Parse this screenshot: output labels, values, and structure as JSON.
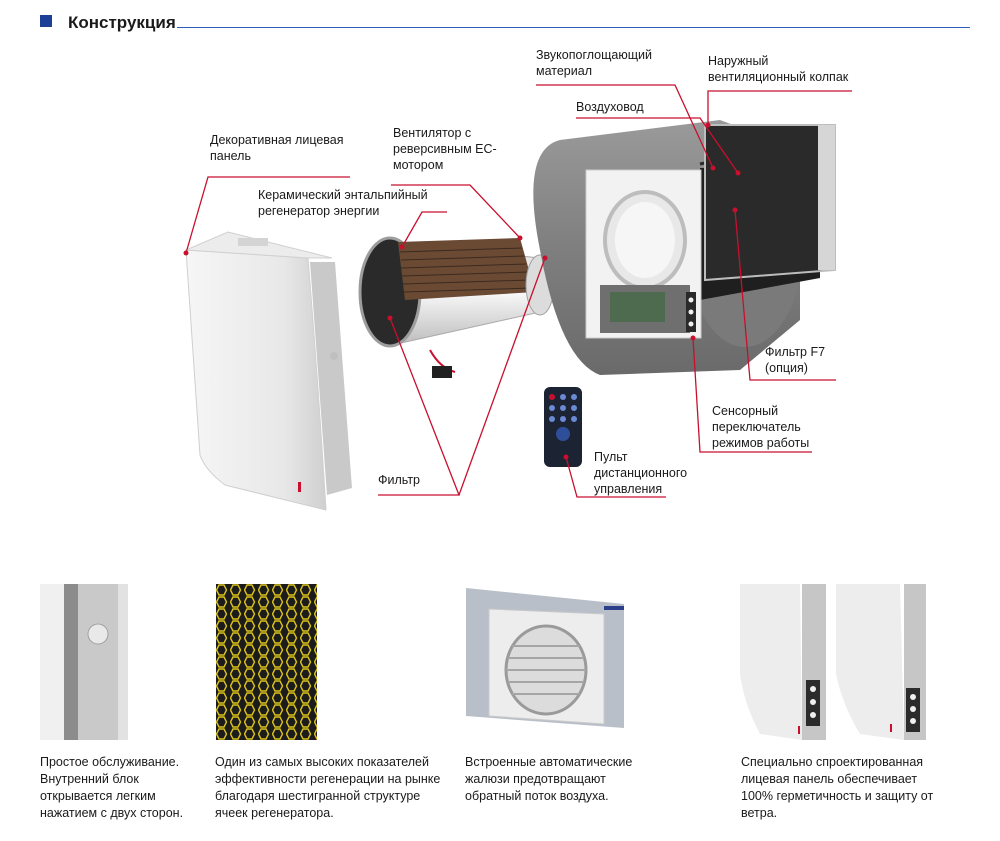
{
  "header": {
    "title": "Конструкция"
  },
  "labels": {
    "decor_panel": [
      "Декоративная лицевая",
      "панель"
    ],
    "ventilator": [
      "Вентилятор с",
      "реверсивным EC-",
      "мотором"
    ],
    "ceramic": [
      "Керамический энтальпийный",
      "регенератор энергии"
    ],
    "sound": [
      "Звукопоглощающий",
      "материал"
    ],
    "duct": [
      "Воздуховод"
    ],
    "outer_hood": [
      "Наружный",
      "вентиляционный колпак"
    ],
    "filter_f7": [
      "Фильтр F7",
      "(опция)"
    ],
    "sensor": [
      "Сенсорный",
      "переключатель",
      "режимов работы"
    ],
    "remote": [
      "Пульт",
      "дистанционного",
      "управления"
    ],
    "filter": [
      "Фильтр"
    ]
  },
  "captions": [
    [
      "Простое обслуживание.",
      "Внутренний блок",
      "открывается легким",
      "нажатием с двух сторон."
    ],
    [
      "Один из самых высоких показателей",
      "эффективности регенерации на рынке",
      "благодаря шестигранной структуре",
      "ячеек регенератора."
    ],
    [
      "Встроенные автоматические",
      "жалюзи предотвращают",
      "обратный поток воздуха."
    ],
    [
      "Специально спроектированная",
      "лицевая панель обеспечивает",
      "100% герметичность и защиту от",
      "ветра."
    ]
  ],
  "colors": {
    "accent_blue": "#1e3f96",
    "leader_red": "#c8102e",
    "honeycomb_yellow": "#d9c21a"
  }
}
